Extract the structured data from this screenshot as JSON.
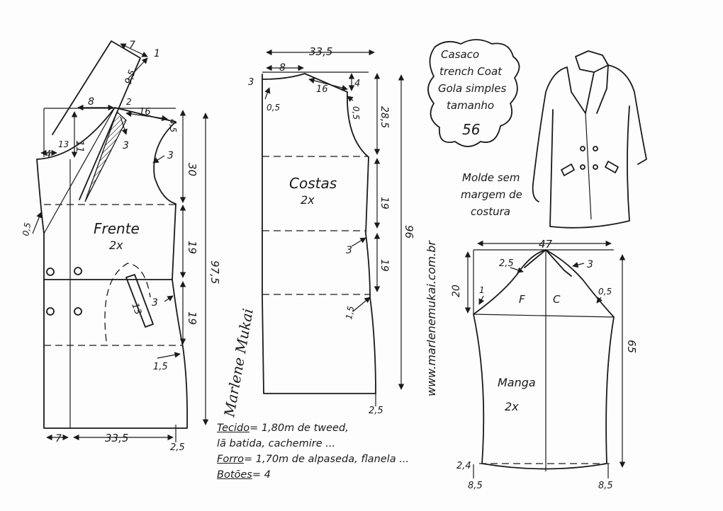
{
  "title": {
    "line1": "Casaco",
    "line2": "trench Coat",
    "line3": "Gola simples",
    "line4": "tamanho",
    "size": "56"
  },
  "note_margin": {
    "line1": "Molde sem",
    "line2": "margem de",
    "line3": "costura"
  },
  "website": "www.marlenemukai.com.br",
  "signature": "Marlene Mukai",
  "pieces": {
    "front": {
      "name": "Frente",
      "qty": "2x"
    },
    "back": {
      "name": "Costas",
      "qty": "2x"
    },
    "sleeve": {
      "name": "Manga",
      "qty": "2x",
      "front_half": "F",
      "back_half": "C"
    }
  },
  "front_measures": {
    "lapel_top": "7",
    "lapel_tip": "1",
    "lapel_side": "9,5",
    "neck": "8",
    "small_2": "2",
    "shoulder": "16",
    "shoulder_drop": "4,5",
    "neck_depth": "11",
    "collar_4": "4",
    "collar_13": "13",
    "dart_3": "3",
    "armhole_3": "3",
    "side_30": "30",
    "side_19a": "19",
    "side_19b": "19",
    "length": "97,5",
    "pocket_13": "13",
    "pocket_3": "3",
    "hip_15": "1,5",
    "left_05": "0,5",
    "bottom_7": "7",
    "bottom_width": "33,5",
    "bottom_25": "2,5"
  },
  "back_measures": {
    "top_width": "33,5",
    "neck_8": "8",
    "neck_3": "3",
    "shoulder_16": "16",
    "shoulder_4": "4",
    "neck_05": "0,5",
    "arm_05": "0,5",
    "armhole_depth": "28,5",
    "waist_19": "19",
    "hip_19": "19",
    "length": "96",
    "side_3": "3",
    "hip_15": "1,5",
    "bottom_25": "2,5"
  },
  "sleeve_measures": {
    "width": "47",
    "cap_height": "20",
    "front_25": "2,5",
    "back_3": "3",
    "front_1": "1",
    "back_05": "0,5",
    "length": "65",
    "cuff_24": "2,4",
    "cuff_left": "8,5",
    "cuff_right": "8,5"
  },
  "materials": {
    "fabric_label": "Tecido",
    "fabric_value": "= 1,80m de tweed,",
    "fabric_line2": "lã batida, cachemire ...",
    "lining_label": "Forro",
    "lining_value": "= 1,70m de alpaseda, flanela ...",
    "buttons_label": "Botões",
    "buttons_value": "= 4"
  },
  "colors": {
    "ink": "#1a1a1a",
    "paper": "#fdfdfd"
  }
}
